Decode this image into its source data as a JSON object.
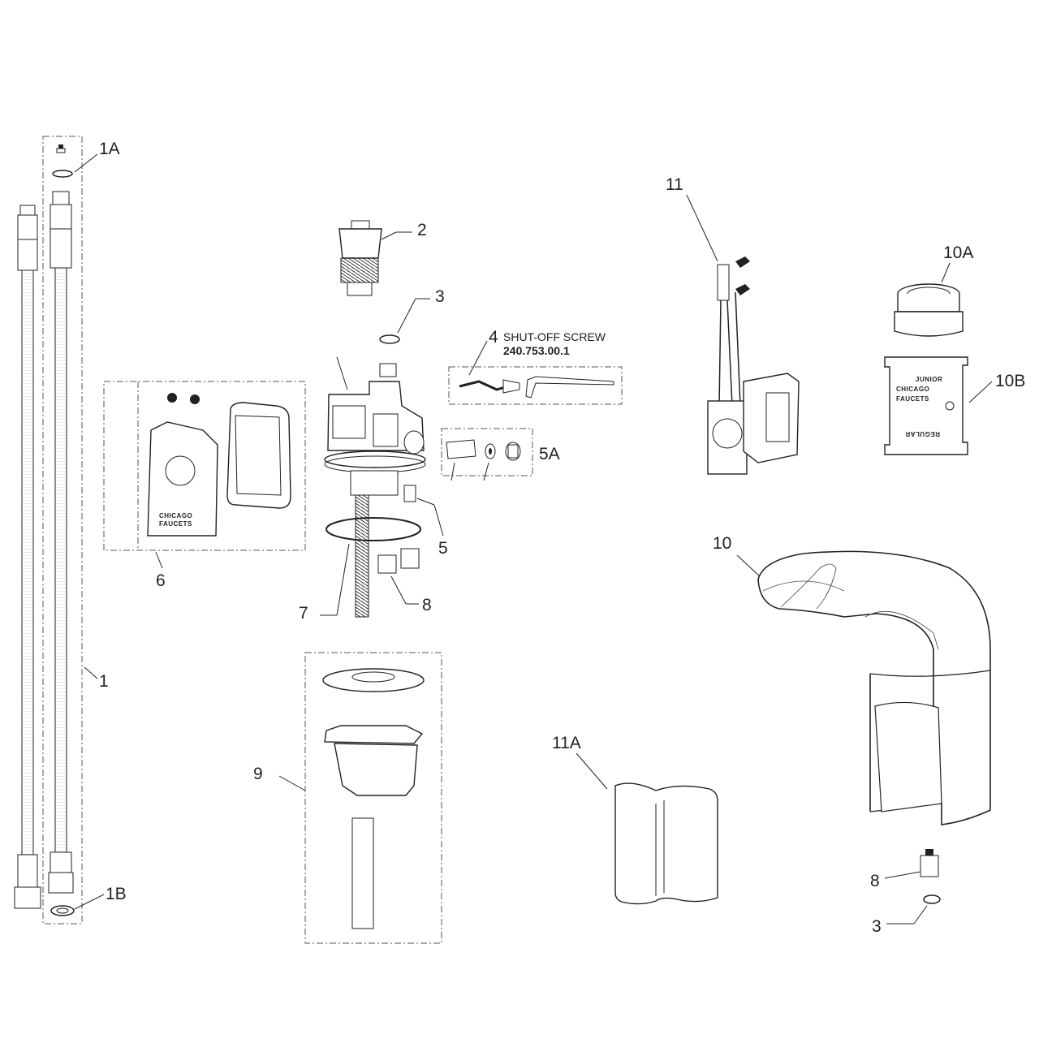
{
  "callouts": {
    "c1": "1",
    "c1A": "1A",
    "c1B": "1B",
    "c2": "2",
    "c3a": "3",
    "c3b": "3",
    "c4": "4",
    "c5": "5",
    "c5A": "5A",
    "c6": "6",
    "c7": "7",
    "c8a": "8",
    "c8b": "8",
    "c9": "9",
    "c10": "10",
    "c10A": "10A",
    "c10B": "10B",
    "c11": "11",
    "c11A": "11A"
  },
  "shutoff": {
    "title": "SHUT-OFF SCREW",
    "part_number": "240.753.00.1"
  },
  "cover_text": {
    "line1": "CHICAGO",
    "line2": "FAUCETS"
  },
  "plate_text": {
    "junior": "JUNIOR",
    "regular": "REGULAR",
    "brand1": "CHICAGO",
    "brand2": "FAUCETS"
  }
}
